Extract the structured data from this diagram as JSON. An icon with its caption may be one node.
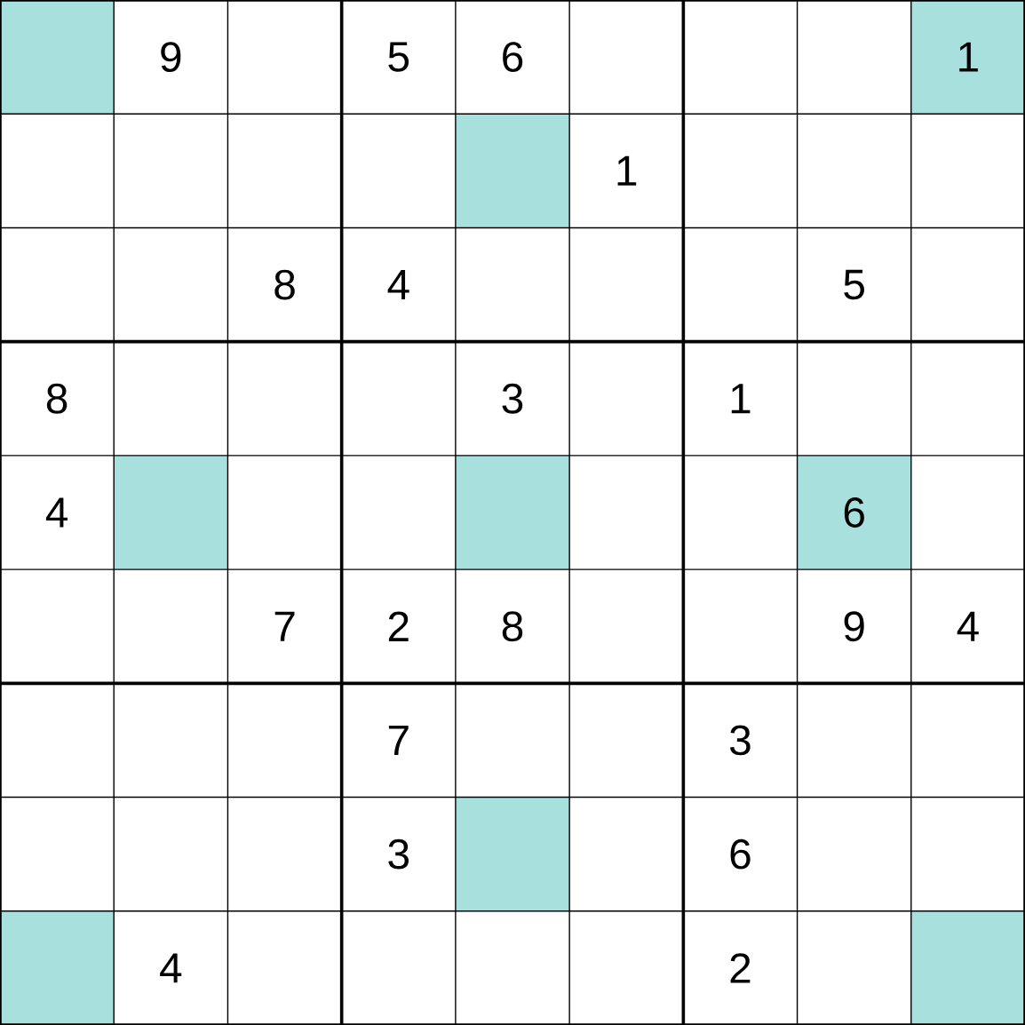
{
  "diagram": {
    "labels": [
      "9",
      "5",
      "6",
      "1",
      "1",
      "8",
      "4",
      "5",
      "8",
      "3",
      "1",
      "4",
      "6",
      "7",
      "2",
      "8",
      "9",
      "4",
      "7",
      "3",
      "3",
      "6",
      "4",
      "2"
    ]
  }
}
